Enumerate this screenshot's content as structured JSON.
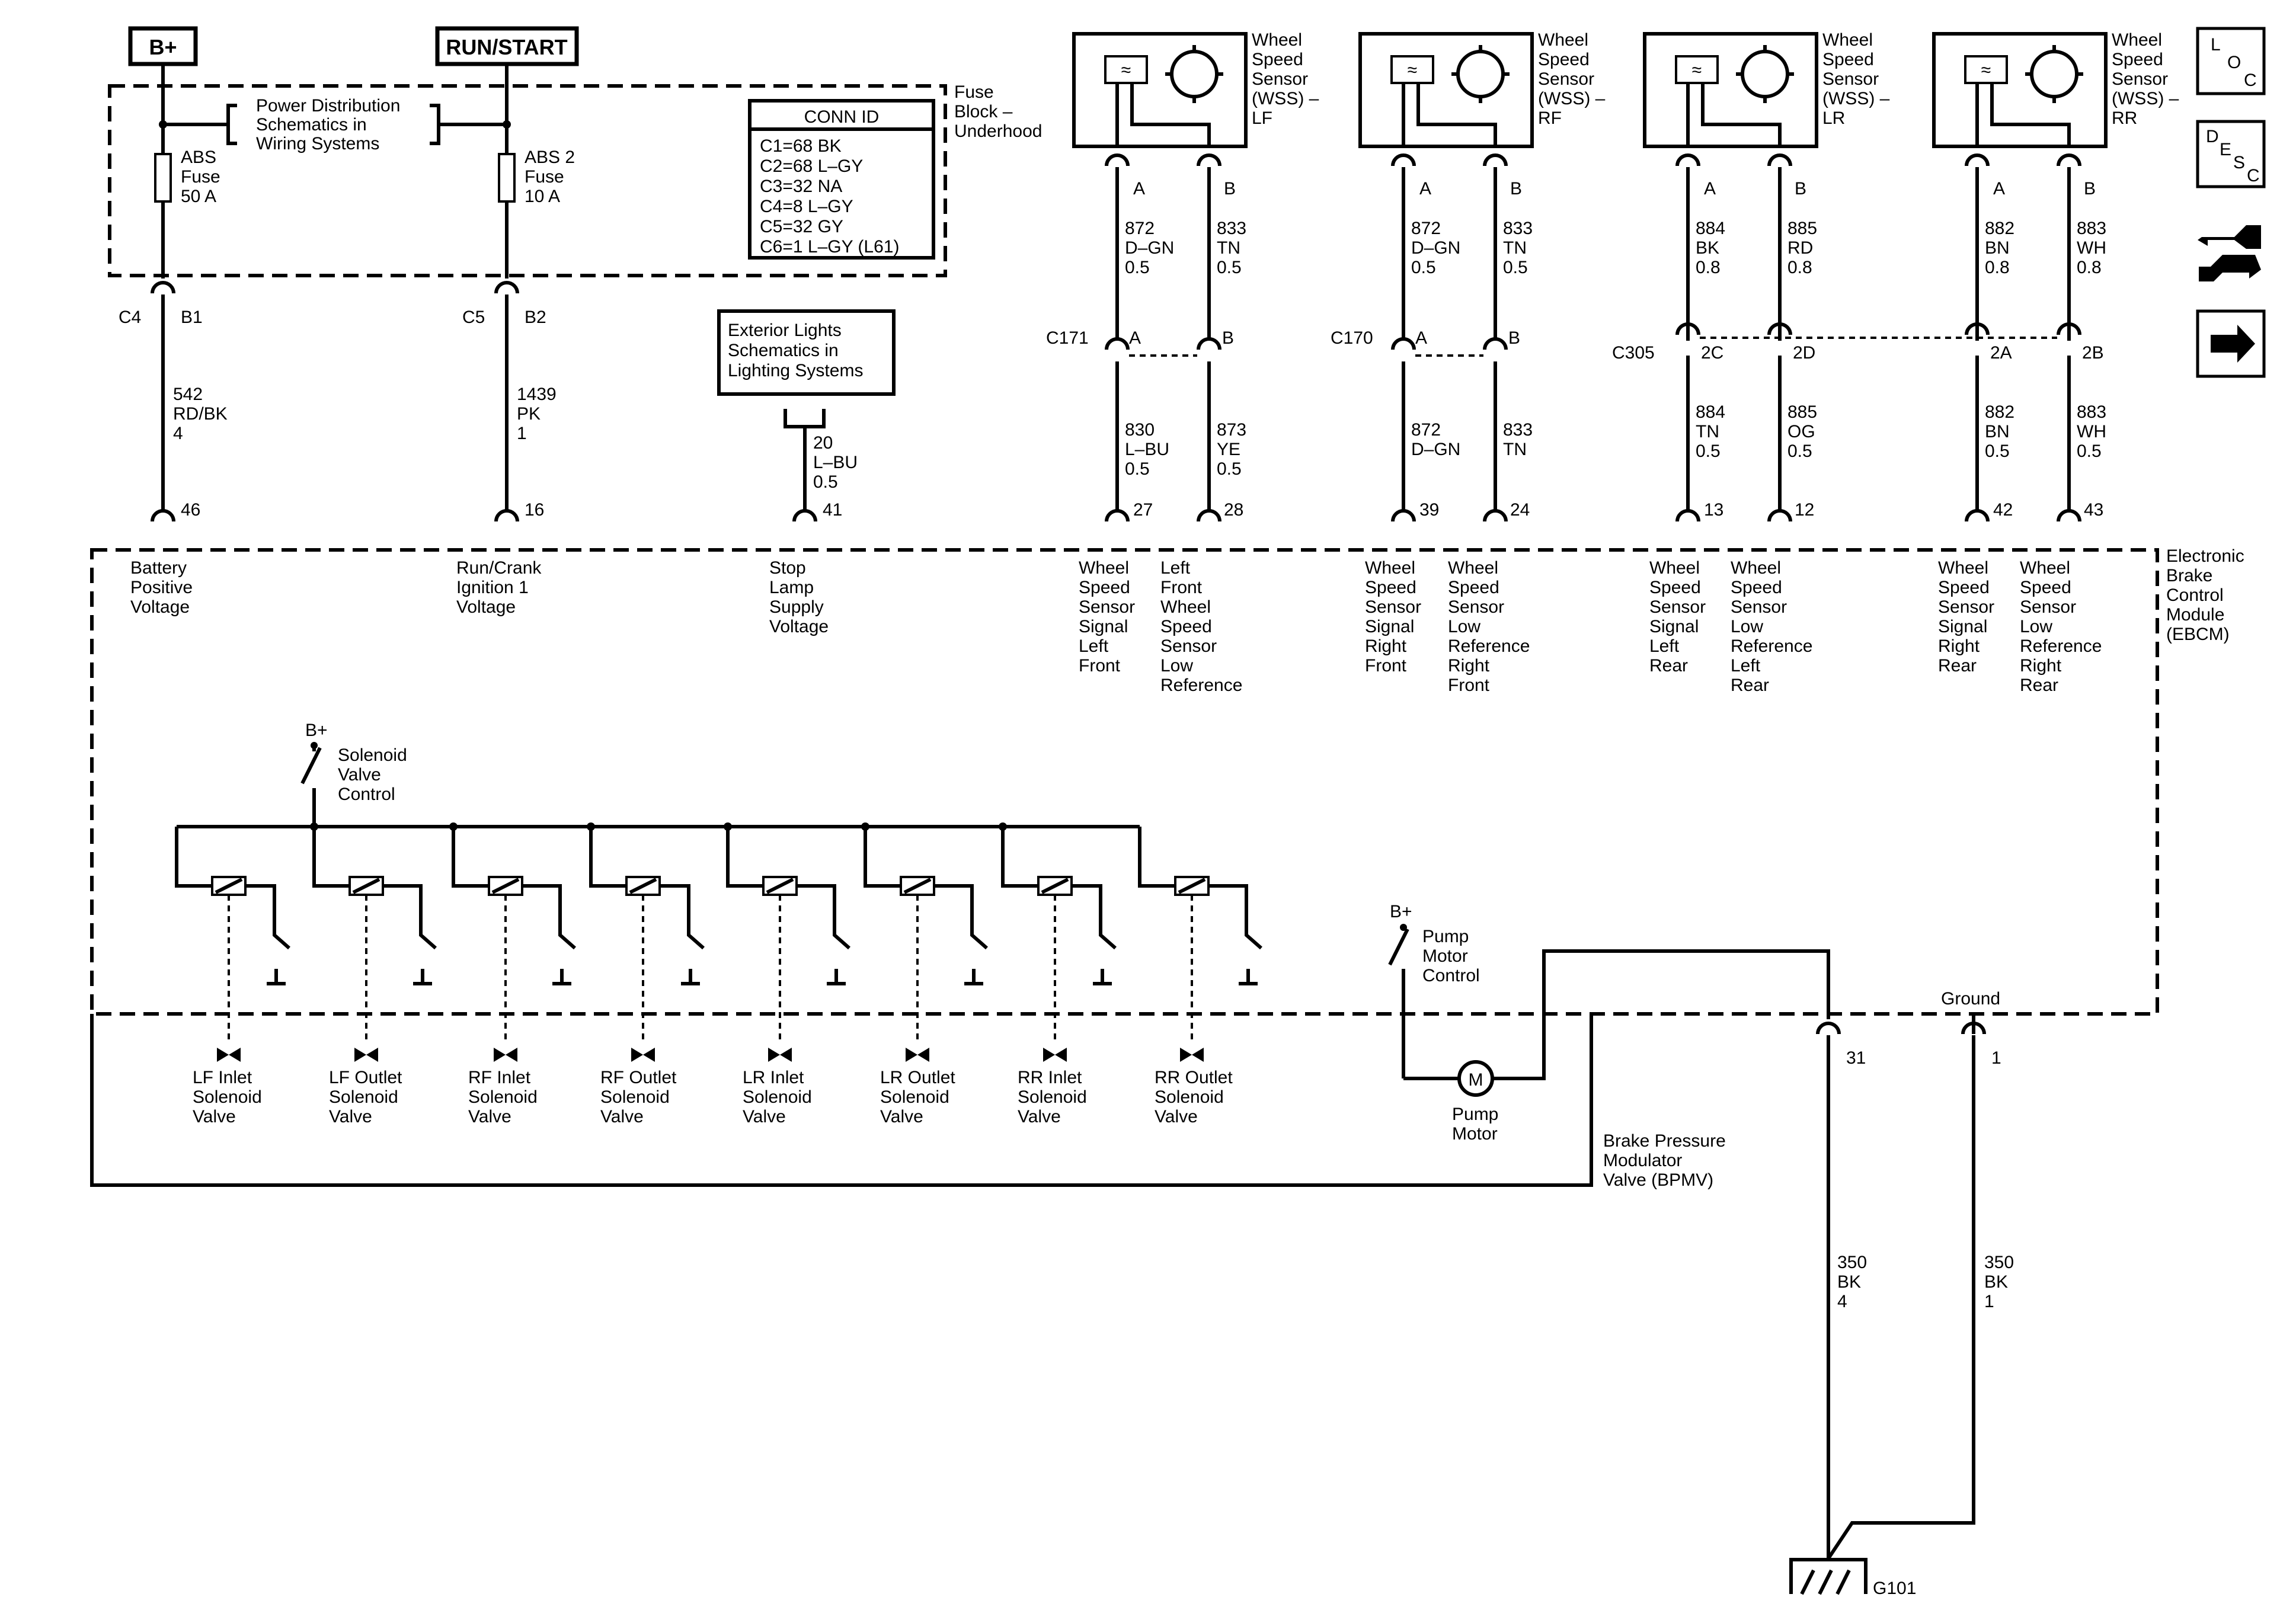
{
  "power": {
    "bplus_label": "B+",
    "runstart_label": "RUN/START",
    "pds_lines": [
      "Power Distribution",
      "Schematics in",
      "Wiring Systems"
    ],
    "fuse_block_lines": [
      "Fuse",
      "Block –",
      "Underhood"
    ],
    "abs_fuse_lines": [
      "ABS",
      "Fuse",
      "50 A"
    ],
    "abs2_fuse_lines": [
      "ABS 2",
      "Fuse",
      "10 A"
    ],
    "c4": "C4",
    "b1": "B1",
    "c5": "C5",
    "b2": "B2"
  },
  "conn_id": {
    "title": "CONN ID",
    "rows": [
      "C1=68 BK",
      "C2=68 L–GY",
      "C3=32 NA",
      "C4=8 L–GY",
      "C5=32 GY",
      "C6=1 L–GY (L61)"
    ]
  },
  "exterior_lights": [
    "Exterior Lights",
    "Schematics in",
    "Lighting Systems"
  ],
  "wires": {
    "w542": [
      "542",
      "RD/BK",
      "4"
    ],
    "w1439": [
      "1439",
      "PK",
      "1"
    ],
    "w20": [
      "20",
      "L–BU",
      "0.5"
    ],
    "lf_top": [
      [
        "872",
        "D–GN",
        "0.5"
      ],
      [
        "833",
        "TN",
        "0.5"
      ]
    ],
    "rf_top": [
      [
        "872",
        "D–GN",
        "0.5"
      ],
      [
        "833",
        "TN",
        "0.5"
      ]
    ],
    "lr_top": [
      [
        "884",
        "BK",
        "0.8"
      ],
      [
        "885",
        "RD",
        "0.8"
      ]
    ],
    "rr_top": [
      [
        "882",
        "BN",
        "0.8"
      ],
      [
        "883",
        "WH",
        "0.8"
      ]
    ],
    "lf_bot": [
      [
        "830",
        "L–BU",
        "0.5"
      ],
      [
        "873",
        "YE",
        "0.5"
      ]
    ],
    "rf_bot": [
      [
        "872",
        "D–GN"
      ],
      [
        "833",
        "TN"
      ]
    ],
    "lr_bot": [
      [
        "884",
        "TN",
        "0.5"
      ],
      [
        "885",
        "OG",
        "0.5"
      ]
    ],
    "rr_bot": [
      [
        "882",
        "BN",
        "0.5"
      ],
      [
        "883",
        "WH",
        "0.5"
      ]
    ],
    "g31": [
      "350",
      "BK",
      "4"
    ],
    "g1": [
      "350",
      "BK",
      "1"
    ]
  },
  "sensors": [
    {
      "name": [
        "Wheel",
        "Speed",
        "Sensor",
        "(WSS) –",
        "LF"
      ],
      "a": "A",
      "b": "B"
    },
    {
      "name": [
        "Wheel",
        "Speed",
        "Sensor",
        "(WSS) –",
        "RF"
      ],
      "a": "A",
      "b": "B"
    },
    {
      "name": [
        "Wheel",
        "Speed",
        "Sensor",
        "(WSS) –",
        "LR"
      ],
      "a": "A",
      "b": "B"
    },
    {
      "name": [
        "Wheel",
        "Speed",
        "Sensor",
        "(WSS) –",
        "RR"
      ],
      "a": "A",
      "b": "B"
    }
  ],
  "connectors": {
    "c171": {
      "label": "C171",
      "pins": [
        "A",
        "B"
      ]
    },
    "c170": {
      "label": "C170",
      "pins": [
        "A",
        "B"
      ]
    },
    "c305": {
      "label": "C305",
      "pins": [
        "2C",
        "2D",
        "2A",
        "2B"
      ]
    }
  },
  "ebcm": {
    "name": [
      "Electronic",
      "Brake",
      "Control",
      "Module",
      "(EBCM)"
    ],
    "pins": [
      "46",
      "16",
      "41",
      "27",
      "28",
      "39",
      "24",
      "13",
      "12",
      "42",
      "43"
    ],
    "inputs": [
      [
        "Battery",
        "Positive",
        "Voltage"
      ],
      [
        "Run/Crank",
        "Ignition 1",
        "Voltage"
      ],
      [
        "Stop",
        "Lamp",
        "Supply",
        "Voltage"
      ],
      [
        "Wheel",
        "Speed",
        "Sensor",
        "Signal",
        "Left",
        "Front"
      ],
      [
        "Left",
        "Front",
        "Wheel",
        "Speed",
        "Sensor",
        "Low",
        "Reference"
      ],
      [
        "Wheel",
        "Speed",
        "Sensor",
        "Signal",
        "Right",
        "Front"
      ],
      [
        "Wheel",
        "Speed",
        "Sensor",
        "Low",
        "Reference",
        "Right",
        "Front"
      ],
      [
        "Wheel",
        "Speed",
        "Sensor",
        "Signal",
        "Left",
        "Rear"
      ],
      [
        "Wheel",
        "Speed",
        "Sensor",
        "Low",
        "Reference",
        "Left",
        "Rear"
      ],
      [
        "Wheel",
        "Speed",
        "Sensor",
        "Signal",
        "Right",
        "Rear"
      ],
      [
        "Wheel",
        "Speed",
        "Sensor",
        "Low",
        "Reference",
        "Right",
        "Rear"
      ]
    ],
    "solenoid_bplus": "B+",
    "solenoid_control": [
      "Solenoid",
      "Valve",
      "Control"
    ],
    "pump_bplus": "B+",
    "pump_control": [
      "Pump",
      "Motor",
      "Control"
    ],
    "ground": "Ground",
    "pin31": "31",
    "pin1": "1"
  },
  "valves": [
    [
      "LF Inlet",
      "Solenoid",
      "Valve"
    ],
    [
      "LF Outlet",
      "Solenoid",
      "Valve"
    ],
    [
      "RF Inlet",
      "Solenoid",
      "Valve"
    ],
    [
      "RF Outlet",
      "Solenoid",
      "Valve"
    ],
    [
      "LR Inlet",
      "Solenoid",
      "Valve"
    ],
    [
      "LR Outlet",
      "Solenoid",
      "Valve"
    ],
    [
      "RR Inlet",
      "Solenoid",
      "Valve"
    ],
    [
      "RR Outlet",
      "Solenoid",
      "Valve"
    ]
  ],
  "pump": {
    "symbol": "M",
    "name": [
      "Pump",
      "Motor"
    ]
  },
  "bpmv": [
    "Brake Pressure",
    "Modulator",
    "Valve (BPMV)"
  ],
  "ground_name": "G101",
  "nav": {
    "loc": [
      "L",
      "O",
      "C"
    ],
    "desc": [
      "D",
      "E",
      "S",
      "C"
    ],
    "connector_icon": "connector-icon",
    "next_icon": "right-arrow-icon"
  }
}
